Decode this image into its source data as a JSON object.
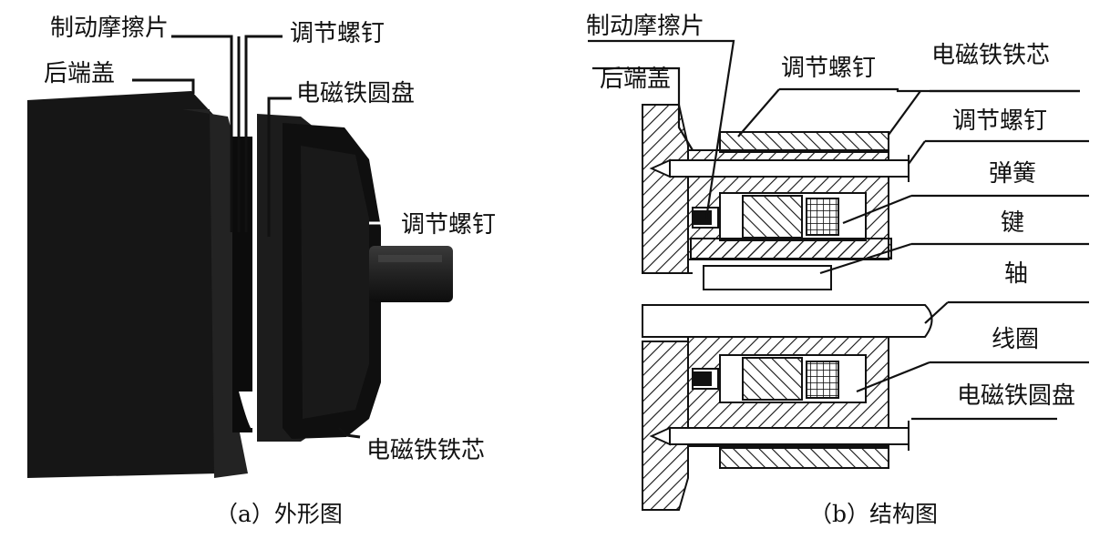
{
  "panel_a": {
    "caption": "（a）外形图",
    "labels": {
      "friction": "制动摩擦片",
      "end_cover": "后端盖",
      "screw_top": "调节螺钉",
      "disc": "电磁铁圆盘",
      "screw_right": "调节螺钉",
      "core": "电磁铁铁芯"
    }
  },
  "panel_b": {
    "caption": "（b）结构图",
    "labels": {
      "friction": "制动摩擦片",
      "end_cover": "后端盖",
      "screw_top": "调节螺钉",
      "core": "电磁铁铁芯",
      "screw_right": "调节螺钉",
      "spring": "弹簧",
      "key": "键",
      "shaft": "轴",
      "coil": "线圈",
      "disc": "电磁铁圆盘"
    }
  }
}
